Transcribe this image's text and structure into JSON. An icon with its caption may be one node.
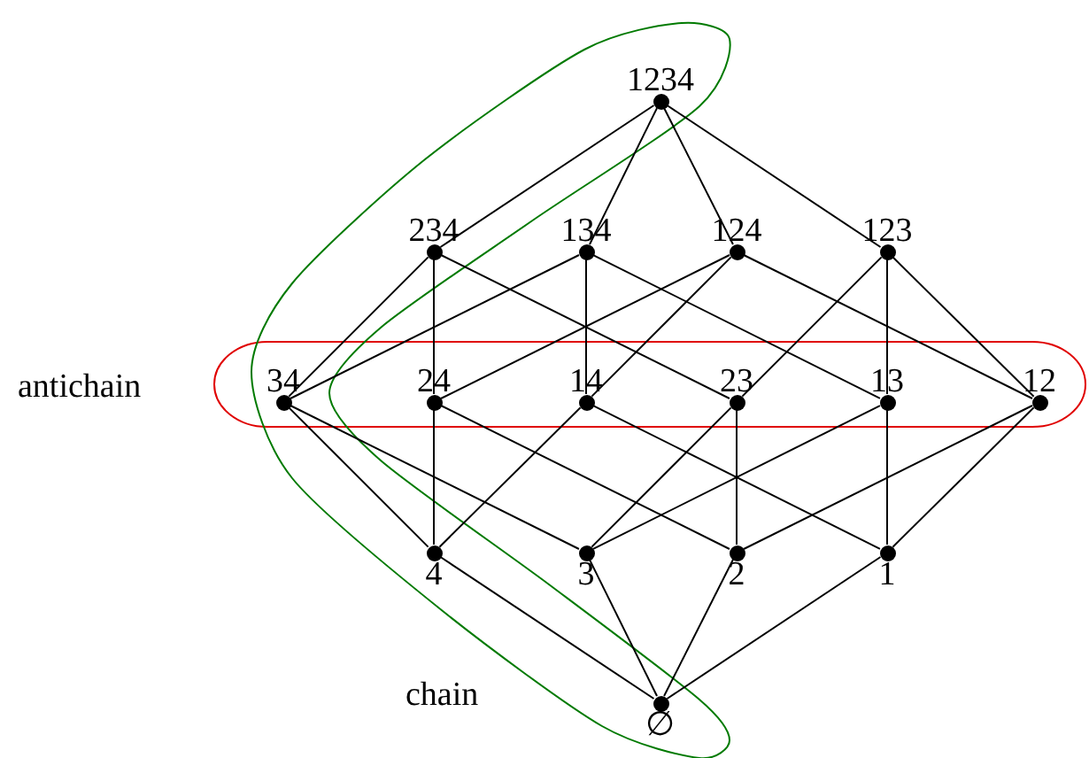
{
  "diagram": {
    "nodes": [
      {
        "text": [
          "1234"
        ]
      },
      {
        "text": [
          "234"
        ]
      },
      {
        "text": [
          "134"
        ]
      },
      {
        "text": [
          "124"
        ]
      },
      {
        "text": [
          "123"
        ]
      },
      {
        "text": [
          "34"
        ]
      },
      {
        "text": [
          "24"
        ]
      },
      {
        "text": [
          "14"
        ]
      },
      {
        "text": [
          "23"
        ]
      },
      {
        "text": [
          "13"
        ]
      },
      {
        "text": [
          "12"
        ]
      },
      {
        "text": [
          "4"
        ]
      },
      {
        "text": [
          "3"
        ]
      },
      {
        "text": [
          "2"
        ]
      },
      {
        "text": [
          "1"
        ]
      },
      {
        "text": [
          "∅"
        ]
      }
    ],
    "edges": [
      {
        "from": 0,
        "to": 1,
        "arrow": "none"
      },
      {
        "from": 0,
        "to": 2,
        "arrow": "none"
      },
      {
        "from": 0,
        "to": 3,
        "arrow": "none"
      },
      {
        "from": 0,
        "to": 4,
        "arrow": "none"
      },
      {
        "from": 1,
        "to": 5,
        "arrow": "none"
      },
      {
        "from": 1,
        "to": 6,
        "arrow": "none"
      },
      {
        "from": 1,
        "to": 8,
        "arrow": "none"
      },
      {
        "from": 2,
        "to": 5,
        "arrow": "none"
      },
      {
        "from": 2,
        "to": 7,
        "arrow": "none"
      },
      {
        "from": 2,
        "to": 9,
        "arrow": "none"
      },
      {
        "from": 3,
        "to": 6,
        "arrow": "none"
      },
      {
        "from": 3,
        "to": 7,
        "arrow": "none"
      },
      {
        "from": 3,
        "to": 10,
        "arrow": "none"
      },
      {
        "from": 4,
        "to": 8,
        "arrow": "none"
      },
      {
        "from": 4,
        "to": 9,
        "arrow": "none"
      },
      {
        "from": 4,
        "to": 10,
        "arrow": "none"
      },
      {
        "from": 5,
        "to": 11,
        "arrow": "none"
      },
      {
        "from": 5,
        "to": 12,
        "arrow": "none"
      },
      {
        "from": 6,
        "to": 11,
        "arrow": "none"
      },
      {
        "from": 6,
        "to": 13,
        "arrow": "none"
      },
      {
        "from": 7,
        "to": 11,
        "arrow": "none"
      },
      {
        "from": 7,
        "to": 14,
        "arrow": "none"
      },
      {
        "from": 8,
        "to": 12,
        "arrow": "none"
      },
      {
        "from": 8,
        "to": 13,
        "arrow": "none"
      },
      {
        "from": 9,
        "to": 12,
        "arrow": "none"
      },
      {
        "from": 9,
        "to": 14,
        "arrow": "none"
      },
      {
        "from": 10,
        "to": 13,
        "arrow": "none"
      },
      {
        "from": 10,
        "to": 14,
        "arrow": "none"
      },
      {
        "from": 11,
        "to": 15,
        "arrow": "none"
      },
      {
        "from": 12,
        "to": 15,
        "arrow": "none"
      },
      {
        "from": 13,
        "to": 15,
        "arrow": "none"
      },
      {
        "from": 14,
        "to": 15,
        "arrow": "none"
      }
    ],
    "labels": [
      "antichain",
      "chain"
    ]
  }
}
